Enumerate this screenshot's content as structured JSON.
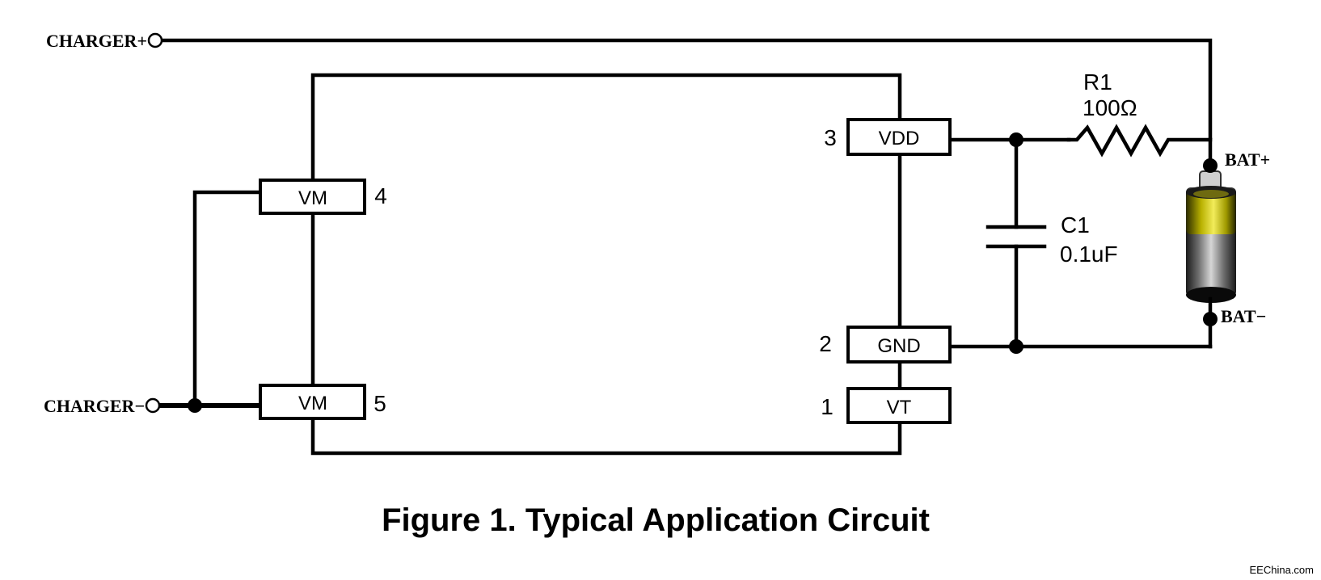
{
  "terminals": {
    "charger_plus": "CHARGER+",
    "charger_minus": "CHARGER−",
    "bat_plus": "BAT+",
    "bat_minus": "BAT−"
  },
  "ic_pins": [
    {
      "number": "3",
      "name": "VDD"
    },
    {
      "number": "4",
      "name": "VM"
    },
    {
      "number": "2",
      "name": "GND"
    },
    {
      "number": "5",
      "name": "VM"
    },
    {
      "number": "1",
      "name": "VT"
    }
  ],
  "components": {
    "resistor": {
      "designator": "R1",
      "value": "100Ω"
    },
    "capacitor": {
      "designator": "C1",
      "value": "0.1uF"
    }
  },
  "caption": "Figure 1.  Typical Application Circuit",
  "watermark": "EEChina.com",
  "colors": {
    "battery_top": "#d8d020",
    "battery_body": "#8a8a8a"
  }
}
